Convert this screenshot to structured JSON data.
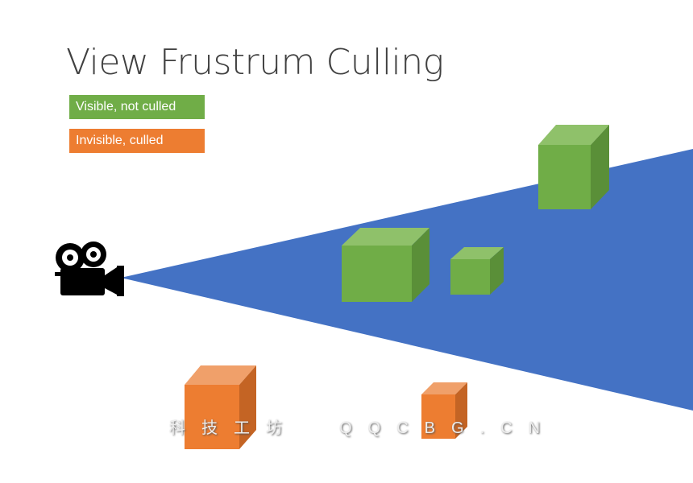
{
  "title": "View Frustrum Culling",
  "legend": [
    {
      "label": "Visible, not culled",
      "color": "#70ad47"
    },
    {
      "label": "Invisible, culled",
      "color": "#ed7d31"
    }
  ],
  "colors": {
    "frustum": "#4472c4",
    "visible": "#70ad47",
    "culled": "#ed7d31"
  },
  "watermark": "科技工坊  QQCBG.CN"
}
